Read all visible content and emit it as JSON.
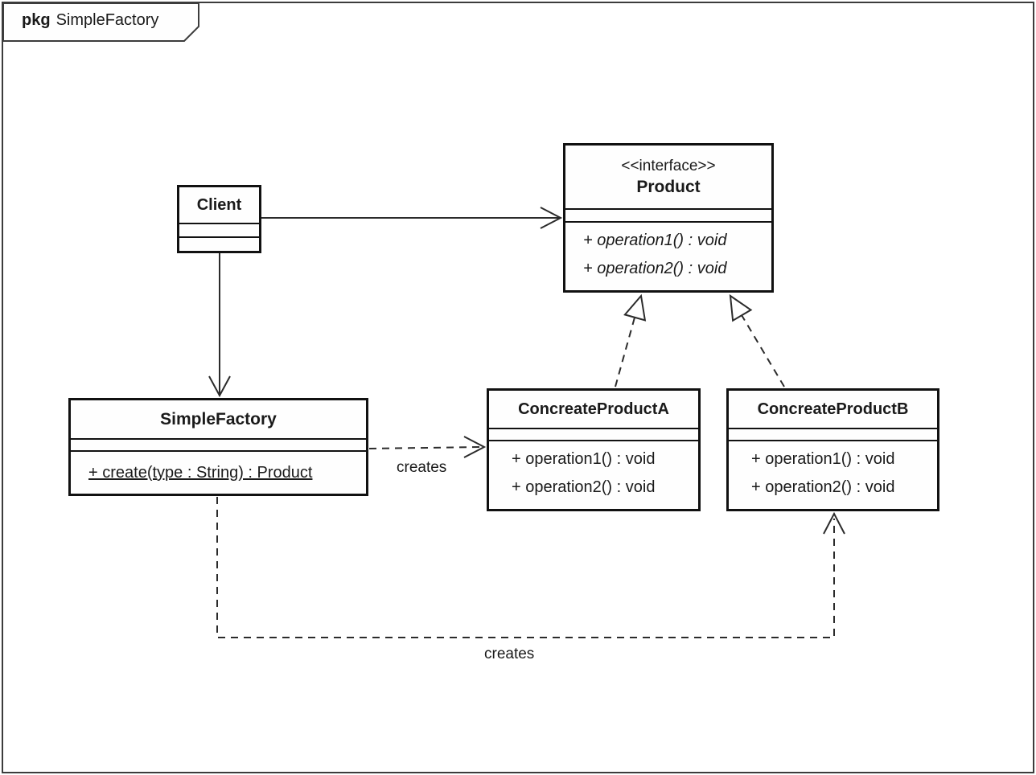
{
  "package": {
    "keyword": "pkg",
    "name": "SimpleFactory"
  },
  "classes": {
    "client": {
      "name": "Client"
    },
    "product": {
      "stereotype": "<<interface>>",
      "name": "Product",
      "operations": [
        "+ operation1() : void",
        "+ operation2() : void"
      ]
    },
    "simple_factory": {
      "name": "SimpleFactory",
      "operations": [
        "+ create(type : String) : Product"
      ]
    },
    "concreate_product_a": {
      "name": "ConcreateProductA",
      "operations": [
        "+ operation1() : void",
        "+ operation2() : void"
      ]
    },
    "concreate_product_b": {
      "name": "ConcreateProductB",
      "operations": [
        "+ operation1() : void",
        "+ operation2() : void"
      ]
    }
  },
  "edges": {
    "factory_creates_a": {
      "label": "creates"
    },
    "factory_creates_b": {
      "label": "creates"
    }
  },
  "colors": {
    "line": "#2b2b2b",
    "box_border": "#111111",
    "background": "#ffffff"
  }
}
